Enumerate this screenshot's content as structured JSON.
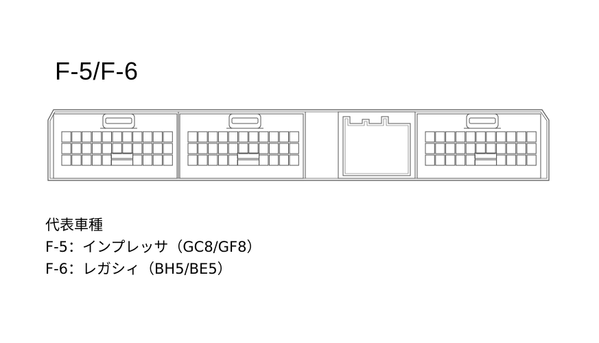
{
  "title": "F-5/F-6",
  "legend": {
    "heading": "代表車種",
    "lines": [
      "F-5：インプレッサ（GC8/GF8）",
      "F-6：レガシィ（BH5/BE5）"
    ]
  },
  "colors": {
    "line": "#555555",
    "fill": "#ffffff",
    "background": "#ffffff"
  }
}
